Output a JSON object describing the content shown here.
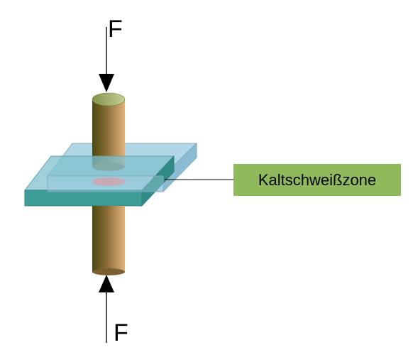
{
  "labels": {
    "force_top": "F",
    "force_bottom": "F",
    "zone_label": "Kaltschweißzone"
  },
  "colors": {
    "plate_top": "#9cc9de",
    "plate_front": "#3e9c99",
    "rod_light": "#e2b27c",
    "rod_dark": "#4c4a12",
    "rod_top_face": "#9fb06a",
    "weld_zone": "#d9878a",
    "label_box": "#8fb95a"
  }
}
